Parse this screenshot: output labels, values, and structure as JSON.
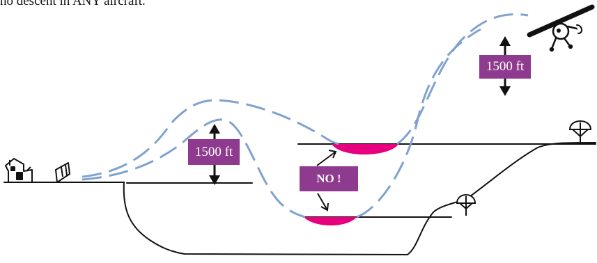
{
  "caption": "no descent in ANY aircraft.",
  "labels": {
    "altitude_left": "1500 ft",
    "altitude_right": "1500 ft",
    "warning": "NO !"
  },
  "colors": {
    "flight_path": "#7fa2cf",
    "label_bg": "#8e3a8e",
    "danger_zone": "#e6007e",
    "terrain": "#111111"
  },
  "icons": [
    "hangar-icon",
    "windsock-icon",
    "tree-icon",
    "aircraft-icon"
  ]
}
